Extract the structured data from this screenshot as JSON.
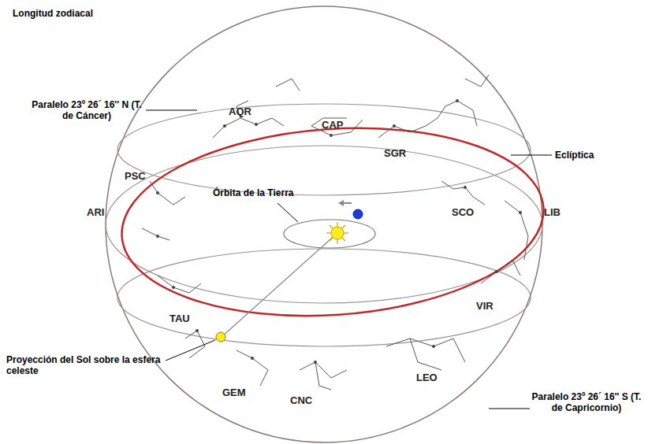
{
  "diagram": {
    "labels": [
      "Longitud zodiacal",
      "Paralelo 23º 26´ 16'' N (T. de Cáncer)",
      "AQR",
      "CAP",
      "PSC",
      "SGR",
      "Eclíptica",
      "ARI",
      "Órbita de la Tierra",
      "SCO",
      "LIB",
      "TAU",
      "VIR",
      "Proyección del Sol sobre la esfera celeste",
      "GEM",
      "CNC",
      "LEO",
      "Paralelo 23º 26´ 16'' S (T. de Capricornio)"
    ]
  }
}
